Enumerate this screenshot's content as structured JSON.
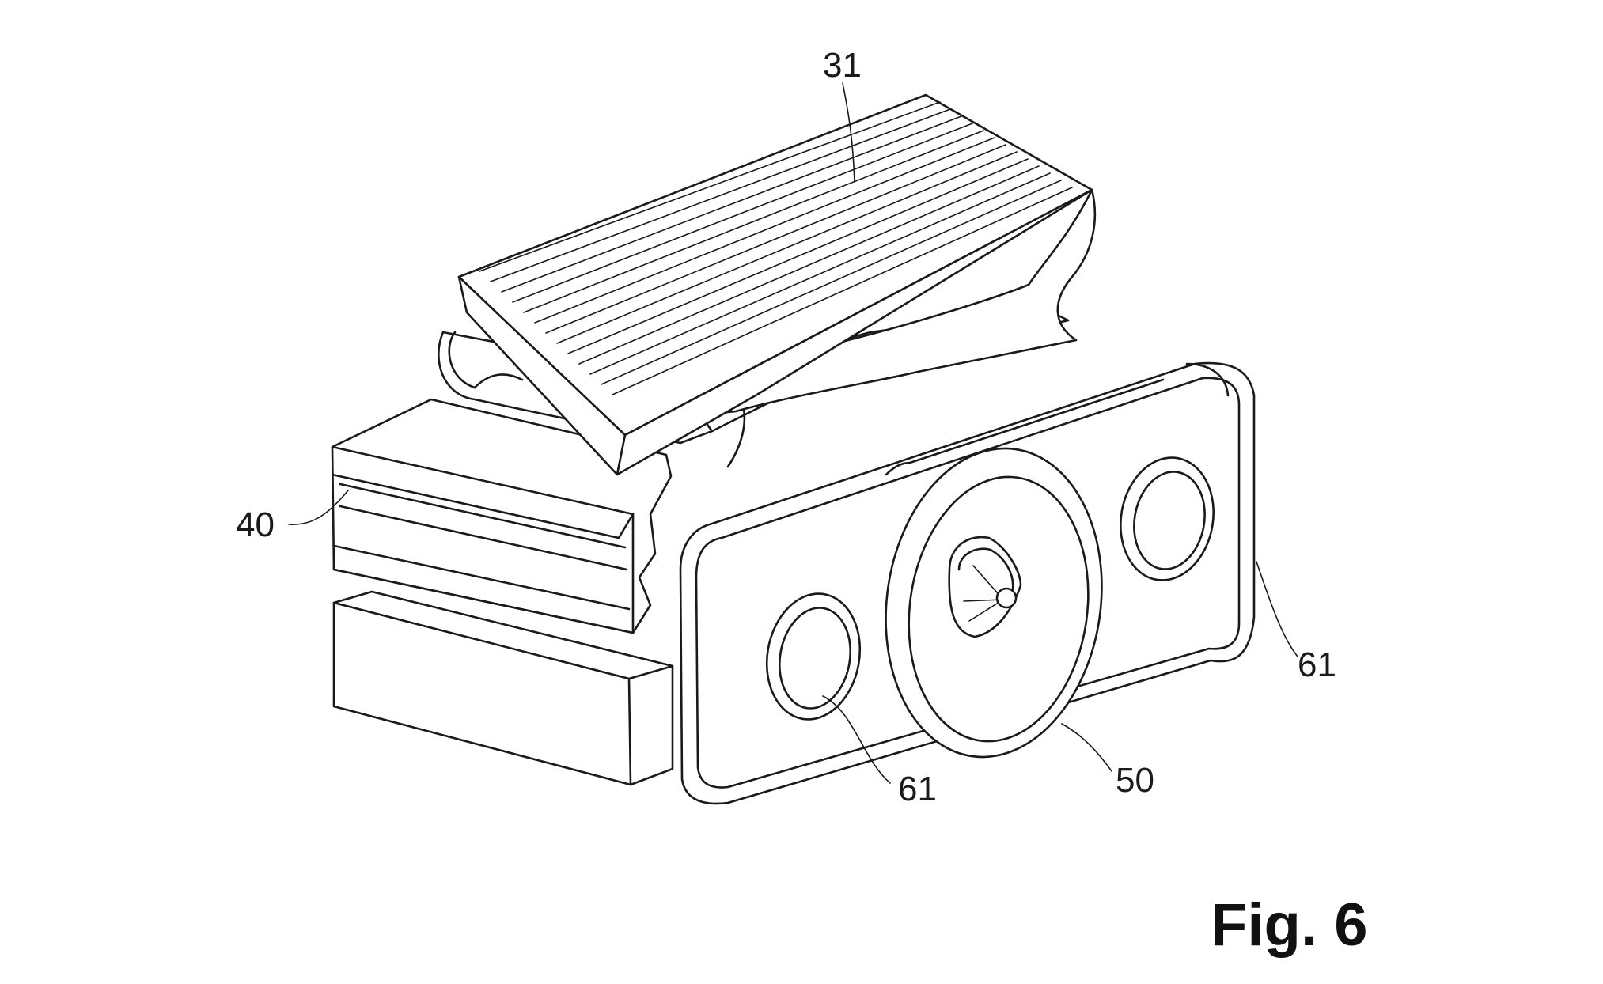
{
  "figure": {
    "caption": "Fig. 6"
  },
  "reference_numerals": {
    "top_ribbed_part": "31",
    "left_grooved_block": "40",
    "central_ring": "50",
    "right_hole": "61",
    "left_hole": "61"
  }
}
